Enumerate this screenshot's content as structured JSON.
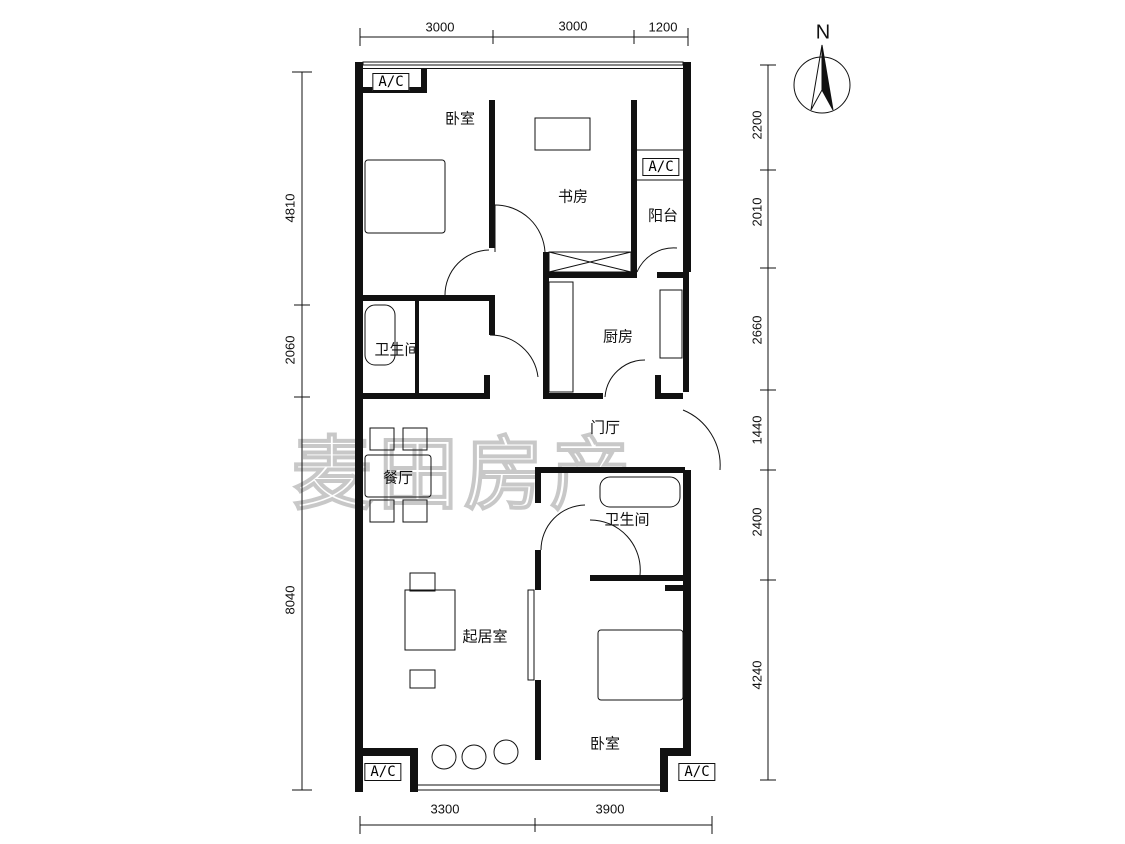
{
  "watermark": "麦田房产",
  "compass": {
    "label": "N"
  },
  "rooms": {
    "bedroom_north": "卧室",
    "study": "书房",
    "balcony": "阳台",
    "bathroom_west": "卫生间",
    "kitchen": "厨房",
    "foyer": "门厅",
    "dining": "餐厅",
    "bathroom_east": "卫生间",
    "living": "起居室",
    "bedroom_south": "卧室"
  },
  "ac_labels": [
    "A/C",
    "A/C",
    "A/C",
    "A/C"
  ],
  "dimensions": {
    "top": [
      "3000",
      "3000",
      "1200"
    ],
    "bottom": [
      "3300",
      "3900"
    ],
    "left": [
      "4810",
      "2060",
      "8040"
    ],
    "right": [
      "2200",
      "2010",
      "2660",
      "1440",
      "2400",
      "4240"
    ]
  }
}
